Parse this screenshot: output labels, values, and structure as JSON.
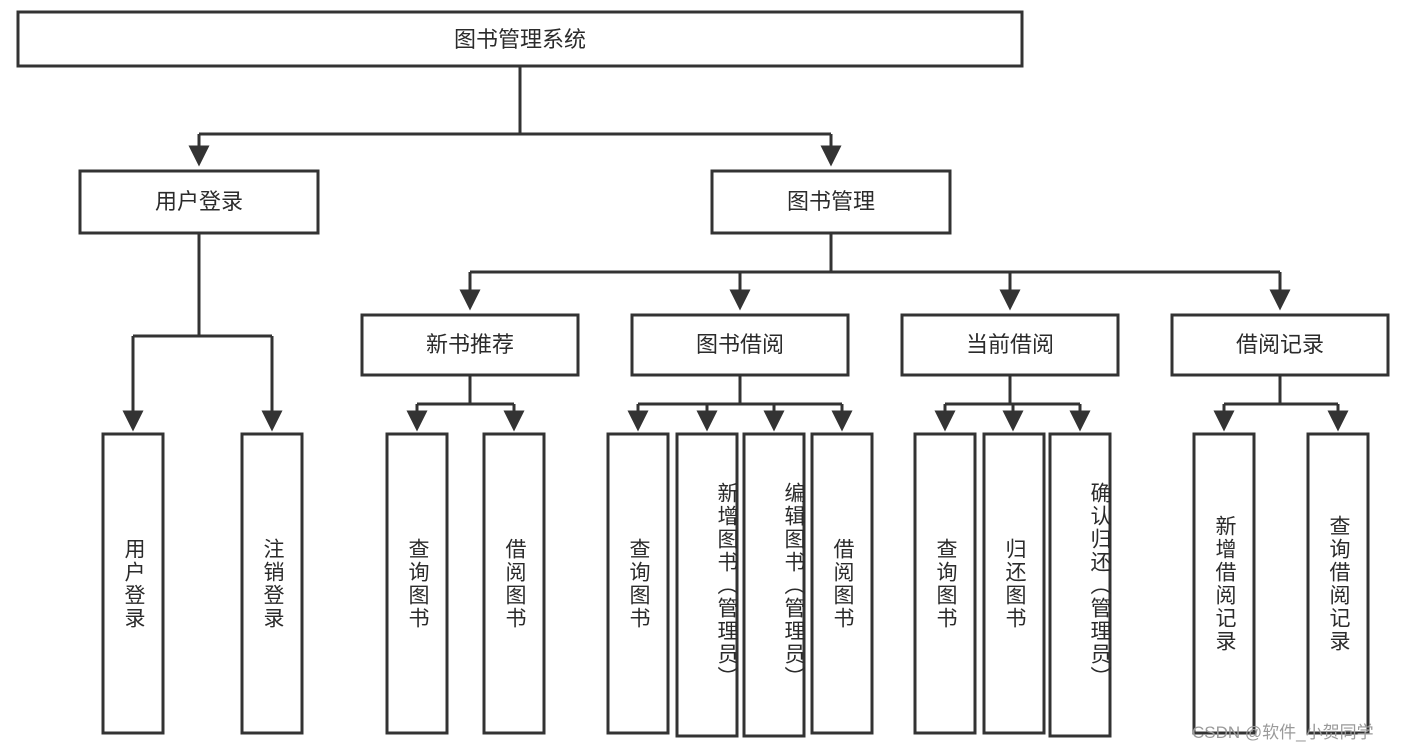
{
  "diagram": {
    "title": "图书管理系统",
    "type": "tree-hierarchy-diagram",
    "colors": {
      "stroke": "#333333",
      "fill": "#ffffff",
      "text": "#2b2b2b",
      "watermark": "#9a9a9a"
    },
    "root": {
      "id": "root",
      "label": "图书管理系统"
    },
    "level2": [
      {
        "id": "user-login",
        "label": "用户登录"
      },
      {
        "id": "book-manage",
        "label": "图书管理"
      }
    ],
    "level3": [
      {
        "id": "new-book-recommend",
        "label": "新书推荐"
      },
      {
        "id": "book-borrow",
        "label": "图书借阅"
      },
      {
        "id": "current-borrow",
        "label": "当前借阅"
      },
      {
        "id": "borrow-record",
        "label": "借阅记录"
      }
    ],
    "leaves": {
      "user-login": [
        {
          "id": "leaf-user-login",
          "label": "用户登录"
        },
        {
          "id": "leaf-logout-login",
          "label": "注销登录"
        }
      ],
      "new-book-recommend": [
        {
          "id": "leaf-query-book-1",
          "label": "查询图书"
        },
        {
          "id": "leaf-borrow-book-1",
          "label": "借阅图书"
        }
      ],
      "book-borrow": [
        {
          "id": "leaf-query-book-2",
          "label": "查询图书"
        },
        {
          "id": "leaf-add-book",
          "label": "新增图书（管理员）"
        },
        {
          "id": "leaf-edit-book",
          "label": "编辑图书（管理员）"
        },
        {
          "id": "leaf-borrow-book-2",
          "label": "借阅图书"
        }
      ],
      "current-borrow": [
        {
          "id": "leaf-query-book-3",
          "label": "查询图书"
        },
        {
          "id": "leaf-return-book",
          "label": "归还图书"
        },
        {
          "id": "leaf-confirm-return",
          "label": "确认归还（管理员）"
        }
      ],
      "borrow-record": [
        {
          "id": "leaf-add-record",
          "label": "新增借阅记录"
        },
        {
          "id": "leaf-query-record",
          "label": "查询借阅记录"
        }
      ]
    }
  },
  "watermark": {
    "text": "CSDN @软件_小贺同学"
  }
}
